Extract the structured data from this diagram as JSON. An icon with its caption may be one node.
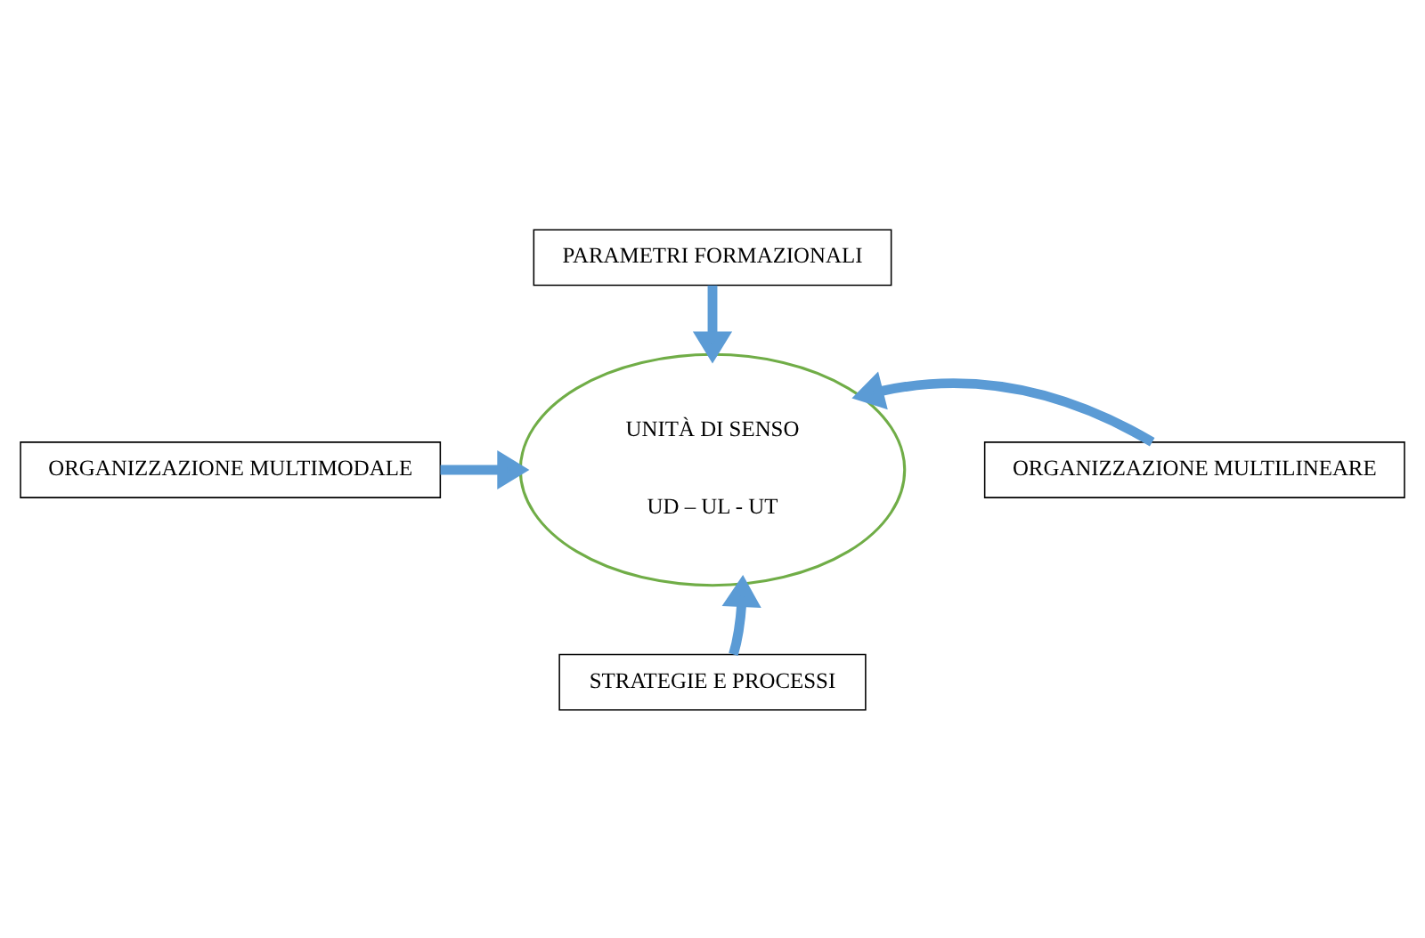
{
  "diagram": {
    "nodes": [
      {
        "text": [
          "ORGANIZZAZIONE MULTIMODALE"
        ]
      },
      {
        "text": [
          "PARAMETRI FORMAZIONALI"
        ]
      },
      {
        "text": [
          "ORGANIZZAZIONE MULTILINEARE"
        ]
      },
      {
        "text": [
          "UNITÀ DI SENSO",
          "UD – UL - UT"
        ]
      },
      {
        "text": [
          "STRATEGIE E PROCESSI"
        ]
      }
    ],
    "edges": [
      {
        "from": 1,
        "to": 3,
        "arrow": "to"
      },
      {
        "from": 0,
        "to": 3,
        "arrow": "to"
      },
      {
        "from": 2,
        "to": 3,
        "arrow": "to"
      },
      {
        "from": 4,
        "to": 3,
        "arrow": "to"
      }
    ]
  }
}
